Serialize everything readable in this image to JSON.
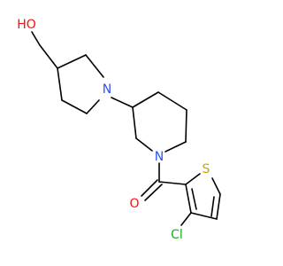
{
  "molecule": {
    "atoms": {
      "hydroxyl": {
        "text": "HO",
        "color": "#ff0d0d"
      },
      "piperidine_n": {
        "text": "N",
        "color": "#3050f8"
      },
      "piperidine_n2": {
        "text": "N",
        "color": "#3050f8"
      },
      "carbonyl_o": {
        "text": "O",
        "color": "#ff0d0d"
      },
      "thiophene_s": {
        "text": "S",
        "color": "#c8a800"
      },
      "chlorine": {
        "text": "Cl",
        "color": "#1faa1f"
      }
    },
    "colors": {
      "bond": "#000000",
      "background": "#ffffff"
    }
  }
}
